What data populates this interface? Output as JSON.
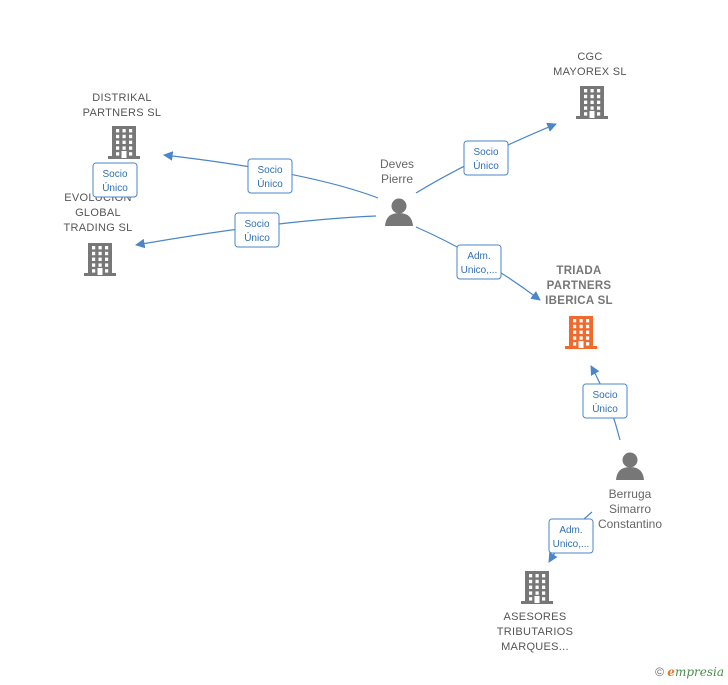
{
  "colors": {
    "company": "#777777",
    "focus_company": "#f06a2e",
    "person": "#777777",
    "edge": "#4a86c8",
    "edge_text": "#2f6fb5"
  },
  "nodes": [
    {
      "id": "distrikal",
      "type": "company",
      "icon": "building-icon",
      "lines": [
        "DISTRIKAL",
        "PARTNERS  SL"
      ]
    },
    {
      "id": "evolucion",
      "type": "company",
      "icon": "building-icon",
      "lines": [
        "EVOLUCION",
        "GLOBAL",
        "TRADING  SL"
      ]
    },
    {
      "id": "cgc",
      "type": "company",
      "icon": "building-icon",
      "lines": [
        "CGC",
        "MAYOREX  SL"
      ]
    },
    {
      "id": "deves",
      "type": "person",
      "icon": "person-icon",
      "lines": [
        "Deves",
        "Pierre"
      ]
    },
    {
      "id": "triada",
      "type": "company",
      "focus": true,
      "icon": "building-icon",
      "lines": [
        "TRIADA",
        "PARTNERS",
        "IBERICA  SL"
      ]
    },
    {
      "id": "berruga",
      "type": "person",
      "icon": "person-icon",
      "lines": [
        "Berruga",
        "Simarro",
        "Constantino"
      ]
    },
    {
      "id": "asesores",
      "type": "company",
      "icon": "building-icon",
      "lines": [
        "ASESORES",
        "TRIBUTARIOS",
        "MARQUES..."
      ]
    }
  ],
  "edges": [
    {
      "from": "deves",
      "to": "distrikal",
      "label": [
        "Socio",
        "Único"
      ]
    },
    {
      "from": "deves",
      "to": "evolucion",
      "label": [
        "Socio",
        "Único"
      ]
    },
    {
      "from": "deves",
      "to": "cgc",
      "label": [
        "Socio",
        "Único"
      ]
    },
    {
      "from": "deves",
      "to": "triada",
      "label": [
        "Adm.",
        "Unico,..."
      ]
    },
    {
      "from": "berruga",
      "to": "triada",
      "label": [
        "Socio",
        "Único"
      ]
    },
    {
      "from": "berruga",
      "to": "asesores",
      "label": [
        "Adm.",
        "Unico,..."
      ]
    },
    {
      "from": "evolucion",
      "to": "distrikal",
      "label": [
        "Socio",
        "Único"
      ]
    }
  ],
  "footer": {
    "copyright": "©",
    "brand_initial": "e",
    "brand_rest": "mpresia"
  }
}
